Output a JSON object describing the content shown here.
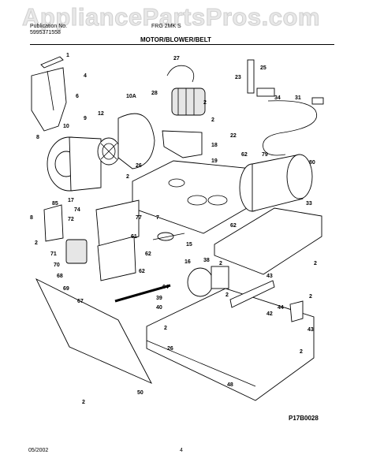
{
  "watermark": "AppliancePartsPros.com",
  "header": {
    "line1": "Publication No.",
    "line2": "5995371558",
    "model": "FRG  2MK  S",
    "section_title": "MOTOR/BLOWER/BELT"
  },
  "footer": {
    "date": "05/2002",
    "page": "4"
  },
  "diagram_code": "P17B0028",
  "callouts": [
    "1",
    "4",
    "6",
    "8",
    "9",
    "10",
    "10A",
    "12",
    "2",
    "26",
    "27",
    "28",
    "2",
    "2",
    "25",
    "23",
    "34",
    "31",
    "22",
    "18",
    "19",
    "62",
    "79",
    "80",
    "17",
    "85",
    "74",
    "72",
    "77",
    "8",
    "2",
    "71",
    "70",
    "68",
    "69",
    "67",
    "61",
    "62",
    "64",
    "15",
    "16",
    "62",
    "38",
    "2",
    "33",
    "62",
    "2",
    "43",
    "2",
    "42",
    "43",
    "44",
    "2",
    "39",
    "40",
    "26",
    "2",
    "48",
    "2",
    "50",
    "2",
    "7"
  ]
}
